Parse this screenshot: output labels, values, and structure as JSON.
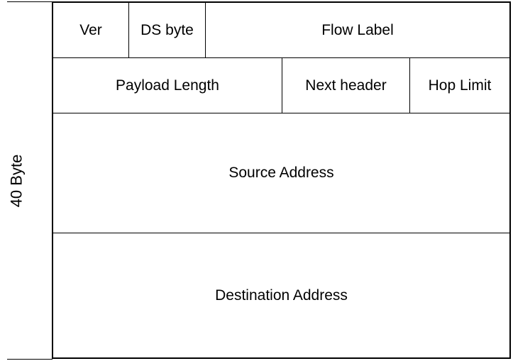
{
  "diagram": {
    "side_label": "40 Byte",
    "rows": [
      {
        "fields": [
          "Ver",
          "DS byte",
          "Flow Label"
        ]
      },
      {
        "fields": [
          "Payload Length",
          "Next header",
          "Hop Limit"
        ]
      },
      {
        "fields": [
          "Source Address"
        ]
      },
      {
        "fields": [
          "Destination Address"
        ]
      }
    ]
  }
}
